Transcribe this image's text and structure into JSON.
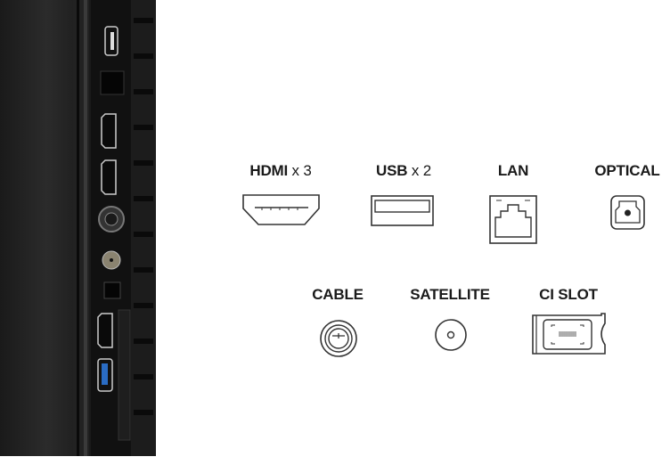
{
  "ports": [
    {
      "name": "HDMI",
      "count_text": "x 3",
      "icon": "hdmi-port-icon"
    },
    {
      "name": "USB",
      "count_text": "x 2",
      "icon": "usb-port-icon"
    },
    {
      "name": "LAN",
      "icon": "lan-port-icon"
    },
    {
      "name": "OPTICAL",
      "icon": "optical-port-icon"
    },
    {
      "name": "CABLE",
      "icon": "cable-port-icon"
    },
    {
      "name": "SATELLITE",
      "icon": "satellite-port-icon"
    },
    {
      "name": "CI SLOT",
      "icon": "ci-slot-icon"
    }
  ],
  "colors": {
    "panel": "#111111",
    "text": "#1a1a1a",
    "usb3_blue": "#2a6cc4"
  }
}
